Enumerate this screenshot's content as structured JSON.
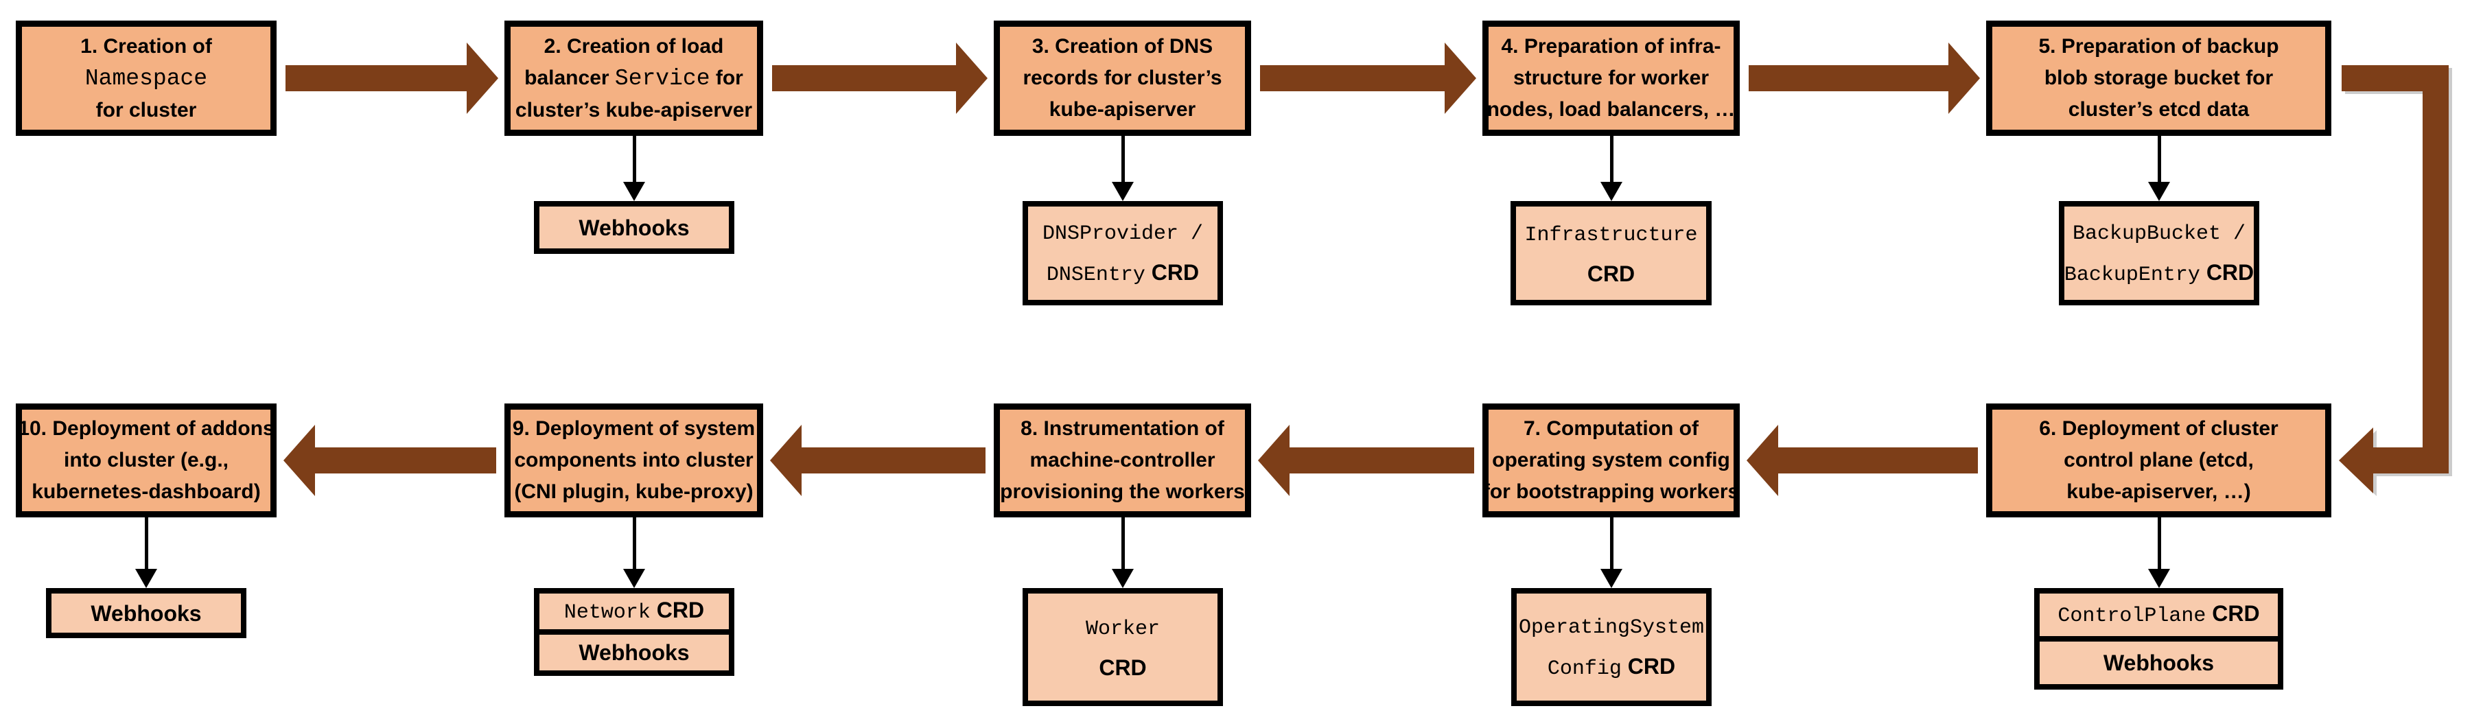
{
  "colors": {
    "background": "#FFFFFF",
    "main_box_fill": "#F4B183",
    "sub_box_fill": "#F8CBAD",
    "flow_arrow": "#7D3E18",
    "line": "#000000"
  },
  "flow": {
    "top_row_direction": "left to right",
    "bottom_row_direction": "right to left"
  },
  "steps": [
    {
      "number": "1",
      "label_lines": [
        [
          {
            "t": "1. Creation of",
            "f": "sans"
          }
        ],
        [
          {
            "t": "Namespace",
            "f": "mono"
          }
        ],
        [
          {
            "t": "for cluster",
            "f": "sans"
          }
        ]
      ],
      "sub_boxes": []
    },
    {
      "number": "2",
      "label_lines": [
        [
          {
            "t": "2. Creation of load",
            "f": "sans"
          }
        ],
        [
          {
            "t": "balancer ",
            "f": "sans"
          },
          {
            "t": "Service",
            "f": "mono"
          },
          {
            "t": " for",
            "f": "sans"
          }
        ],
        [
          {
            "t": "cluster’s kube-apiserver",
            "f": "sans"
          }
        ]
      ],
      "sub_boxes": [
        {
          "name": "webhooks-box",
          "lines": [
            [
              {
                "t": "Webhooks",
                "f": "sans"
              }
            ]
          ]
        }
      ]
    },
    {
      "number": "3",
      "label_lines": [
        [
          {
            "t": "3. Creation of DNS",
            "f": "sans"
          }
        ],
        [
          {
            "t": "records for cluster’s",
            "f": "sans"
          }
        ],
        [
          {
            "t": "kube-apiserver",
            "f": "sans"
          }
        ]
      ],
      "sub_boxes": [
        {
          "name": "dns-crd-box",
          "lines": [
            [
              {
                "t": "DNSProvider /",
                "f": "mono"
              }
            ],
            [
              {
                "t": "DNSEntry",
                "f": "mono"
              },
              {
                "t": " CRD",
                "f": "sans"
              }
            ]
          ]
        }
      ]
    },
    {
      "number": "4",
      "label_lines": [
        [
          {
            "t": "4. Preparation of infra-",
            "f": "sans"
          }
        ],
        [
          {
            "t": "structure for worker",
            "f": "sans"
          }
        ],
        [
          {
            "t": "nodes, load balancers, …",
            "f": "sans"
          }
        ]
      ],
      "sub_boxes": [
        {
          "name": "infrastructure-crd-box",
          "lines": [
            [
              {
                "t": "Infrastructure",
                "f": "mono"
              }
            ],
            [
              {
                "t": "CRD",
                "f": "sans"
              }
            ]
          ]
        }
      ]
    },
    {
      "number": "5",
      "label_lines": [
        [
          {
            "t": "5. Preparation of backup",
            "f": "sans"
          }
        ],
        [
          {
            "t": "blob storage bucket for",
            "f": "sans"
          }
        ],
        [
          {
            "t": "cluster’s etcd data",
            "f": "sans"
          }
        ]
      ],
      "sub_boxes": [
        {
          "name": "backup-crd-box",
          "lines": [
            [
              {
                "t": "BackupBucket /",
                "f": "mono"
              }
            ],
            [
              {
                "t": "BackupEntry",
                "f": "mono"
              },
              {
                "t": " CRD",
                "f": "sans"
              }
            ]
          ]
        }
      ]
    },
    {
      "number": "6",
      "label_lines": [
        [
          {
            "t": "6. Deployment of cluster",
            "f": "sans"
          }
        ],
        [
          {
            "t": "control plane (etcd,",
            "f": "sans"
          }
        ],
        [
          {
            "t": "kube-apiserver, …)",
            "f": "sans"
          }
        ]
      ],
      "sub_boxes": [
        {
          "name": "controlplane-crd-box",
          "lines": [
            [
              {
                "t": "ControlPlane",
                "f": "mono"
              },
              {
                "t": " CRD",
                "f": "sans"
              }
            ]
          ]
        },
        {
          "name": "webhooks-box",
          "lines": [
            [
              {
                "t": "Webhooks",
                "f": "sans"
              }
            ]
          ]
        }
      ]
    },
    {
      "number": "7",
      "label_lines": [
        [
          {
            "t": "7. Computation of",
            "f": "sans"
          }
        ],
        [
          {
            "t": "operating system config",
            "f": "sans"
          }
        ],
        [
          {
            "t": "for bootstrapping workers",
            "f": "sans"
          }
        ]
      ],
      "sub_boxes": [
        {
          "name": "operatingsystemconfig-crd-box",
          "lines": [
            [
              {
                "t": "OperatingSystem",
                "f": "mono"
              }
            ],
            [
              {
                "t": "Config",
                "f": "mono"
              },
              {
                "t": " CRD",
                "f": "sans"
              }
            ]
          ]
        }
      ]
    },
    {
      "number": "8",
      "label_lines": [
        [
          {
            "t": "8. Instrumentation of",
            "f": "sans"
          }
        ],
        [
          {
            "t": "machine-controller",
            "f": "sans"
          }
        ],
        [
          {
            "t": "provisioning the workers",
            "f": "sans"
          }
        ]
      ],
      "sub_boxes": [
        {
          "name": "worker-crd-box",
          "lines": [
            [
              {
                "t": "Worker",
                "f": "mono"
              }
            ],
            [
              {
                "t": "CRD",
                "f": "sans"
              }
            ]
          ]
        }
      ]
    },
    {
      "number": "9",
      "label_lines": [
        [
          {
            "t": "9. Deployment of system",
            "f": "sans"
          }
        ],
        [
          {
            "t": "components into cluster",
            "f": "sans"
          }
        ],
        [
          {
            "t": "(CNI plugin, kube-proxy)",
            "f": "sans"
          }
        ]
      ],
      "sub_boxes": [
        {
          "name": "network-crd-box",
          "lines": [
            [
              {
                "t": "Network",
                "f": "mono"
              },
              {
                "t": " CRD",
                "f": "sans"
              }
            ]
          ]
        },
        {
          "name": "webhooks-box",
          "lines": [
            [
              {
                "t": "Webhooks",
                "f": "sans"
              }
            ]
          ]
        }
      ]
    },
    {
      "number": "10",
      "label_lines": [
        [
          {
            "t": "10. Deployment of addons",
            "f": "sans"
          }
        ],
        [
          {
            "t": "into cluster (e.g.,",
            "f": "sans"
          }
        ],
        [
          {
            "t": "kubernetes-dashboard)",
            "f": "sans"
          }
        ]
      ],
      "sub_boxes": [
        {
          "name": "webhooks-box",
          "lines": [
            [
              {
                "t": "Webhooks",
                "f": "sans"
              }
            ]
          ]
        }
      ]
    }
  ]
}
